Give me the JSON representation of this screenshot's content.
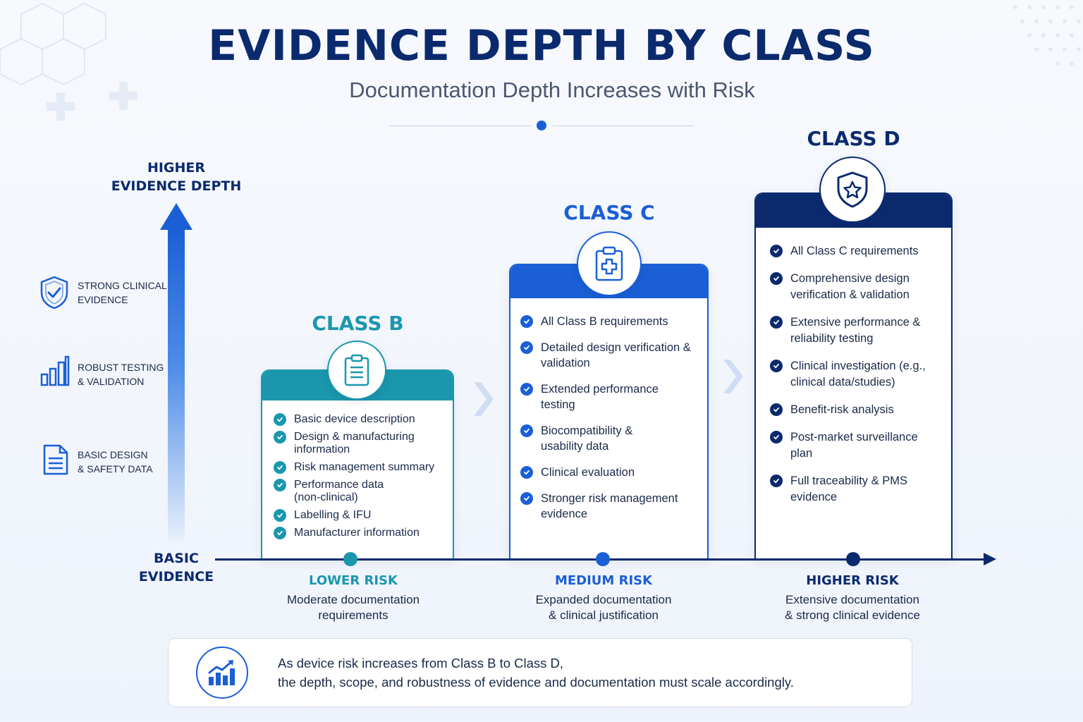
{
  "header": {
    "title": "EVIDENCE DEPTH BY CLASS",
    "subtitle": "Documentation Depth Increases with Risk"
  },
  "axis": {
    "top_label_line1": "HIGHER",
    "top_label_line2": "EVIDENCE DEPTH",
    "bottom_label_line1": "BASIC",
    "bottom_label_line2": "EVIDENCE",
    "levels": [
      {
        "line1": "STRONG CLINICAL",
        "line2": "EVIDENCE",
        "icon": "shield-check-icon"
      },
      {
        "line1": "ROBUST TESTING",
        "line2": "& VALIDATION",
        "icon": "bar-chart-icon"
      },
      {
        "line1": "BASIC DESIGN",
        "line2": "& SAFETY DATA",
        "icon": "document-icon"
      }
    ]
  },
  "classes": {
    "b": {
      "label": "CLASS B",
      "color": "#1a97ad",
      "icon": "clipboard-icon",
      "items": [
        "Basic device description",
        "Design & manufacturing information",
        "Risk management summary",
        "Performance data (non-clinical)",
        "Labelling & IFU",
        "Manufacturer information"
      ],
      "risk_title": "LOWER RISK",
      "risk_desc_line1": "Moderate documentation",
      "risk_desc_line2": "requirements"
    },
    "c": {
      "label": "CLASS C",
      "color": "#1a5fd6",
      "icon": "medical-clipboard-icon",
      "items": [
        "All Class B requirements",
        "Detailed design verification & validation",
        "Extended performance testing",
        "Biocompatibility & usability data",
        "Clinical evaluation",
        "Stronger risk management evidence"
      ],
      "risk_title": "MEDIUM RISK",
      "risk_desc_line1": "Expanded documentation",
      "risk_desc_line2": "& clinical justification"
    },
    "d": {
      "label": "CLASS D",
      "color": "#0b2a6e",
      "icon": "shield-star-icon",
      "items": [
        "All Class C requirements",
        "Comprehensive design verification & validation",
        "Extensive performance & reliability testing",
        "Clinical investigation (e.g., clinical data/studies)",
        "Benefit-risk analysis",
        "Post-market surveillance plan",
        "Full traceability & PMS evidence"
      ],
      "risk_title": "HIGHER RISK",
      "risk_desc_line1": "Extensive documentation",
      "risk_desc_line2": "& strong clinical evidence"
    }
  },
  "note": {
    "line1": "As device risk increases from Class B to Class D,",
    "line2": "the depth, scope, and robustness of evidence and documentation must scale accordingly.",
    "icon": "growth-chart-icon"
  }
}
